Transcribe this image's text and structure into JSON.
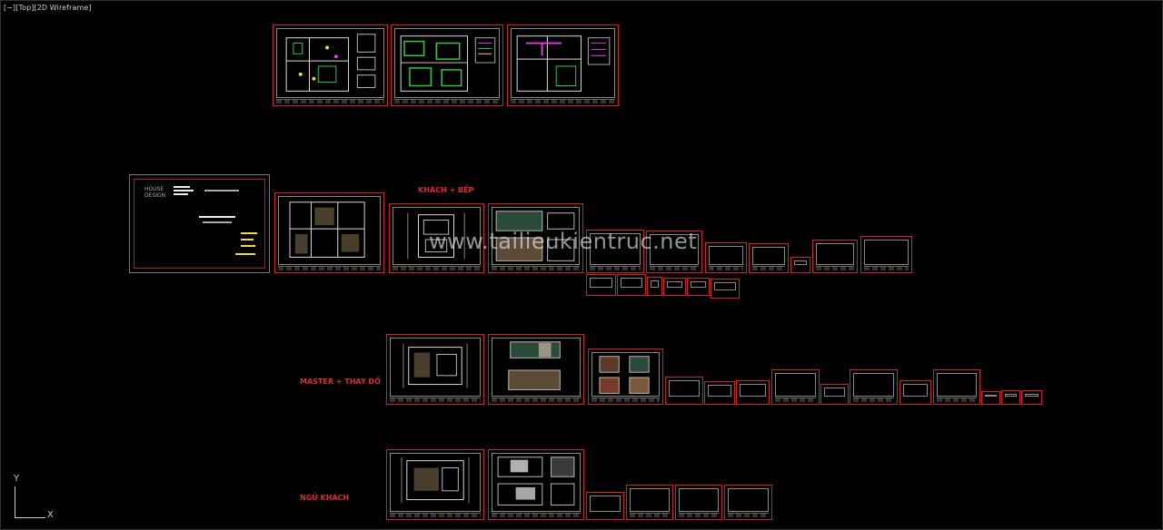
{
  "viewport": {
    "label": "[−][Top][2D Wireframe]"
  },
  "cover": {
    "brand_line1": "HOUSE",
    "brand_line2": "DESIGN"
  },
  "section_labels": {
    "living_kitchen": "KHÁCH + BẾP",
    "master_dressing": "MASTER + THAY ĐỒ",
    "guest_bedroom": "NGỦ KHÁCH"
  },
  "watermark": "www.tailieukientruc.net",
  "ucs": {
    "y": "Y",
    "x": "X"
  },
  "colors": {
    "background": "#000000",
    "frame_red": "#d02020",
    "label_red": "#e02a2a",
    "linework_white": "#e6e6e6",
    "linework_green": "#2ecc40",
    "linework_magenta": "#e040e0",
    "linework_yellow": "#f2e030"
  }
}
